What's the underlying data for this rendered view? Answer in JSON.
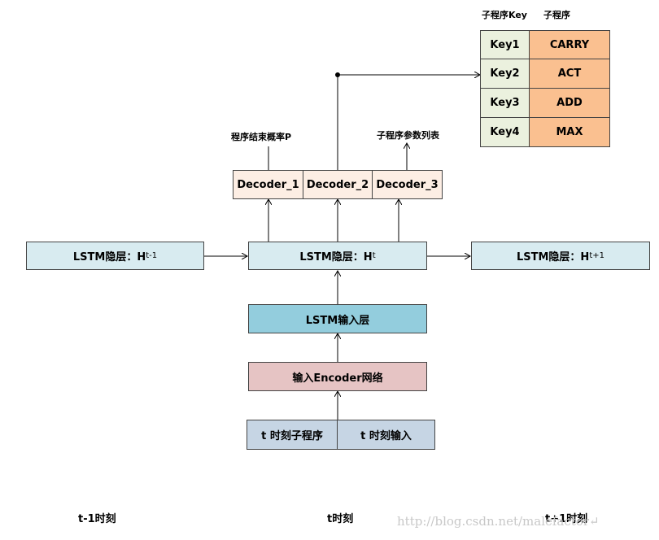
{
  "lookup_table": {
    "header_key": "子程序Key",
    "header_value": "子程序",
    "rows": [
      {
        "key": "Key1",
        "value": "CARRY"
      },
      {
        "key": "Key2",
        "value": "ACT"
      },
      {
        "key": "Key3",
        "value": "ADD"
      },
      {
        "key": "Key4",
        "value": "MAX"
      }
    ]
  },
  "outputs": {
    "end_probability": "程序结束概率P",
    "arg_list": "子程序参数列表"
  },
  "decoders": [
    "Decoder_1",
    "Decoder_2",
    "Decoder_3"
  ],
  "lstm": {
    "prev": {
      "main": "LSTM隐层：H",
      "sub": "t-1"
    },
    "curr": {
      "main": "LSTM隐层：H",
      "sub": "t"
    },
    "next": {
      "main": "LSTM隐层：H",
      "sub": "t+1"
    }
  },
  "lstm_input_layer": "LSTM输入层",
  "encoder": "输入Encoder网络",
  "inputs": {
    "subprogram": "t 时刻子程序",
    "input": "t 时刻输入"
  },
  "time_labels": {
    "prev": "t-1时刻",
    "curr": "t时刻",
    "next": "t+1时刻"
  },
  "watermark": "http://blog.csdn.net/malefactor↵"
}
